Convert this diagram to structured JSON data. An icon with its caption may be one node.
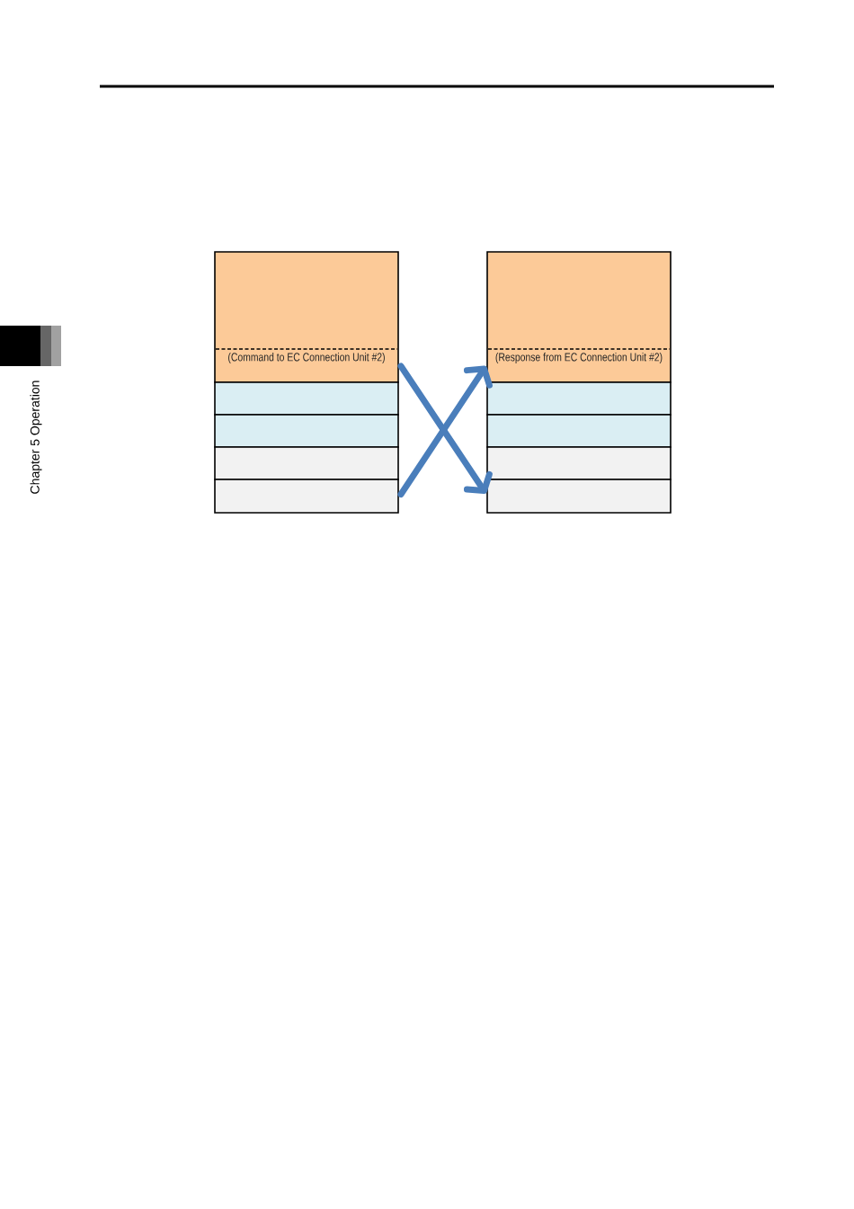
{
  "diagram": {
    "nodes": [
      {
        "text": [
          "(Command to EC Connection Unit #2)"
        ]
      },
      {
        "text": [],
        "shape": "box"
      },
      {
        "text": [],
        "shape": "box"
      },
      {
        "text": [],
        "shape": "box"
      },
      {
        "text": [],
        "shape": "box"
      },
      {
        "text": [
          "(Response from EC Connection Unit #2)"
        ]
      },
      {
        "text": [],
        "shape": "box"
      },
      {
        "text": [],
        "shape": "box"
      },
      {
        "text": [],
        "shape": "box"
      },
      {
        "text": [],
        "shape": "box"
      }
    ],
    "edges": [
      {
        "from": 0,
        "to": 9,
        "arrow": "to"
      },
      {
        "from": 4,
        "to": 5,
        "arrow": "to"
      }
    ],
    "labels": [
      "Chapter 5 Operation"
    ]
  }
}
